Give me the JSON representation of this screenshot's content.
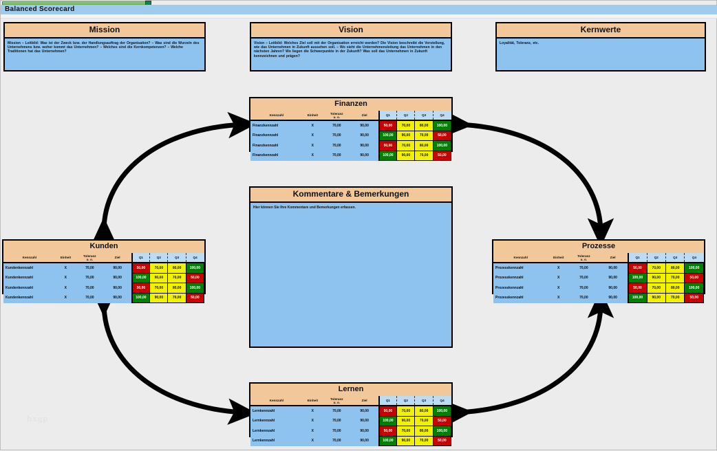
{
  "window": {
    "title": "Balanced Scorecard"
  },
  "watermark": "hxgp",
  "colors": {
    "header_fill": "#f2c79a",
    "body_fill": "#8ec3ef",
    "quarter_header_fill": "#bcdcf4",
    "red": "#c80000",
    "green": "#008000",
    "yellow": "#f2f200",
    "title_strip": "#9fccee",
    "canvas": "#ececec"
  },
  "panels": {
    "mission": {
      "title": "Mission",
      "text": "Mission – Leitbild: Was ist der Zweck bzw. der Handlungsauftrag der Organisation? – Was sind die Wurzeln des Unternehmens bzw. woher kommt das Unternehmen? – Welches sind die Kernkompetenzen? – Welche Traditionen hat das Unternehmen?"
    },
    "vision": {
      "title": "Vision",
      "text": "Vision – Leitbild: Welches Ziel soll mit der Organisation erreicht werden? Die Vision beschreibt die Vorstellung, wie das Unternehmen in Zukunft aussehen soll. – Wo sieht die Unternehmensleitung das Unternehmen in den nächsten Jahren? Wo liegen die Schwerpunkte in der Zukunft? Was soll das Unternehmen in Zukunft kennzeichnen und prägen?"
    },
    "kernwerte": {
      "title": "Kernwerte",
      "text": "Loyalität, Toleranz, etc."
    },
    "kommentare": {
      "title": "Kommentare & Bemerkungen",
      "text": "Hier können Sie Ihre Kommentare und Bemerkungen erfassen."
    }
  },
  "table_columns": {
    "kennzahl": "Kennzahl",
    "einheit": "Einheit",
    "toleranz": "Toleranz",
    "toleranz_sub": "u. o.",
    "ziel": "Ziel",
    "q1": "Q1",
    "q2": "Q2",
    "q3": "Q3",
    "q4": "Q4"
  },
  "perspectives": [
    {
      "key": "finanzen",
      "title": "Finanzen",
      "rows": [
        {
          "name": "Finanzkennzahl",
          "einheit": "X",
          "toleranz": "70,00",
          "ziel": "90,00",
          "q": [
            {
              "v": "50,00",
              "s": "red"
            },
            {
              "v": "70,00",
              "s": "yellow"
            },
            {
              "v": "80,00",
              "s": "yellow"
            },
            {
              "v": "100,00",
              "s": "green"
            }
          ]
        },
        {
          "name": "Finanzkennzahl",
          "einheit": "X",
          "toleranz": "70,00",
          "ziel": "90,00",
          "q": [
            {
              "v": "100,00",
              "s": "green"
            },
            {
              "v": "90,00",
              "s": "yellow"
            },
            {
              "v": "70,00",
              "s": "yellow"
            },
            {
              "v": "50,00",
              "s": "red"
            }
          ]
        },
        {
          "name": "Finanzkennzahl",
          "einheit": "X",
          "toleranz": "70,00",
          "ziel": "90,00",
          "q": [
            {
              "v": "50,00",
              "s": "red"
            },
            {
              "v": "70,00",
              "s": "yellow"
            },
            {
              "v": "80,00",
              "s": "yellow"
            },
            {
              "v": "100,00",
              "s": "green"
            }
          ]
        },
        {
          "name": "Finanzkennzahl",
          "einheit": "X",
          "toleranz": "70,00",
          "ziel": "90,00",
          "q": [
            {
              "v": "100,00",
              "s": "green"
            },
            {
              "v": "90,00",
              "s": "yellow"
            },
            {
              "v": "70,00",
              "s": "yellow"
            },
            {
              "v": "50,00",
              "s": "red"
            }
          ]
        }
      ]
    },
    {
      "key": "kunden",
      "title": "Kunden",
      "rows": [
        {
          "name": "Kundenkennzahl",
          "einheit": "X",
          "toleranz": "70,00",
          "ziel": "90,00",
          "q": [
            {
              "v": "50,00",
              "s": "red"
            },
            {
              "v": "70,00",
              "s": "yellow"
            },
            {
              "v": "80,00",
              "s": "yellow"
            },
            {
              "v": "100,00",
              "s": "green"
            }
          ]
        },
        {
          "name": "Kundenkennzahl",
          "einheit": "X",
          "toleranz": "70,00",
          "ziel": "90,00",
          "q": [
            {
              "v": "100,00",
              "s": "green"
            },
            {
              "v": "90,00",
              "s": "yellow"
            },
            {
              "v": "70,00",
              "s": "yellow"
            },
            {
              "v": "50,00",
              "s": "red"
            }
          ]
        },
        {
          "name": "Kundenkennzahl",
          "einheit": "X",
          "toleranz": "70,00",
          "ziel": "90,00",
          "q": [
            {
              "v": "50,00",
              "s": "red"
            },
            {
              "v": "70,00",
              "s": "yellow"
            },
            {
              "v": "80,00",
              "s": "yellow"
            },
            {
              "v": "100,00",
              "s": "green"
            }
          ]
        },
        {
          "name": "Kundenkennzahl",
          "einheit": "X",
          "toleranz": "70,00",
          "ziel": "90,00",
          "q": [
            {
              "v": "100,00",
              "s": "green"
            },
            {
              "v": "90,00",
              "s": "yellow"
            },
            {
              "v": "70,00",
              "s": "yellow"
            },
            {
              "v": "50,00",
              "s": "red"
            }
          ]
        }
      ]
    },
    {
      "key": "prozesse",
      "title": "Prozesse",
      "rows": [
        {
          "name": "Prozesskennzahl",
          "einheit": "X",
          "toleranz": "70,00",
          "ziel": "90,00",
          "q": [
            {
              "v": "50,00",
              "s": "red"
            },
            {
              "v": "70,00",
              "s": "yellow"
            },
            {
              "v": "80,00",
              "s": "yellow"
            },
            {
              "v": "100,00",
              "s": "green"
            }
          ]
        },
        {
          "name": "Prozesskennzahl",
          "einheit": "X",
          "toleranz": "70,00",
          "ziel": "90,00",
          "q": [
            {
              "v": "100,00",
              "s": "green"
            },
            {
              "v": "90,00",
              "s": "yellow"
            },
            {
              "v": "70,00",
              "s": "yellow"
            },
            {
              "v": "50,00",
              "s": "red"
            }
          ]
        },
        {
          "name": "Prozesskennzahl",
          "einheit": "X",
          "toleranz": "70,00",
          "ziel": "90,00",
          "q": [
            {
              "v": "50,00",
              "s": "red"
            },
            {
              "v": "70,00",
              "s": "yellow"
            },
            {
              "v": "80,00",
              "s": "yellow"
            },
            {
              "v": "100,00",
              "s": "green"
            }
          ]
        },
        {
          "name": "Prozesskennzahl",
          "einheit": "X",
          "toleranz": "70,00",
          "ziel": "90,00",
          "q": [
            {
              "v": "100,00",
              "s": "green"
            },
            {
              "v": "90,00",
              "s": "yellow"
            },
            {
              "v": "70,00",
              "s": "yellow"
            },
            {
              "v": "50,00",
              "s": "red"
            }
          ]
        }
      ]
    },
    {
      "key": "lernen",
      "title": "Lernen",
      "rows": [
        {
          "name": "Lernkennzahl",
          "einheit": "X",
          "toleranz": "70,00",
          "ziel": "90,00",
          "q": [
            {
              "v": "50,00",
              "s": "red"
            },
            {
              "v": "70,00",
              "s": "yellow"
            },
            {
              "v": "80,00",
              "s": "yellow"
            },
            {
              "v": "100,00",
              "s": "green"
            }
          ]
        },
        {
          "name": "Lernkennzahl",
          "einheit": "X",
          "toleranz": "70,00",
          "ziel": "90,00",
          "q": [
            {
              "v": "100,00",
              "s": "green"
            },
            {
              "v": "90,00",
              "s": "yellow"
            },
            {
              "v": "70,00",
              "s": "yellow"
            },
            {
              "v": "50,00",
              "s": "red"
            }
          ]
        },
        {
          "name": "Lernkennzahl",
          "einheit": "X",
          "toleranz": "70,00",
          "ziel": "90,00",
          "q": [
            {
              "v": "50,00",
              "s": "red"
            },
            {
              "v": "70,00",
              "s": "yellow"
            },
            {
              "v": "80,00",
              "s": "yellow"
            },
            {
              "v": "100,00",
              "s": "green"
            }
          ]
        },
        {
          "name": "Lernkennzahl",
          "einheit": "X",
          "toleranz": "70,00",
          "ziel": "90,00",
          "q": [
            {
              "v": "100,00",
              "s": "green"
            },
            {
              "v": "90,00",
              "s": "yellow"
            },
            {
              "v": "70,00",
              "s": "yellow"
            },
            {
              "v": "50,00",
              "s": "red"
            }
          ]
        }
      ]
    }
  ]
}
